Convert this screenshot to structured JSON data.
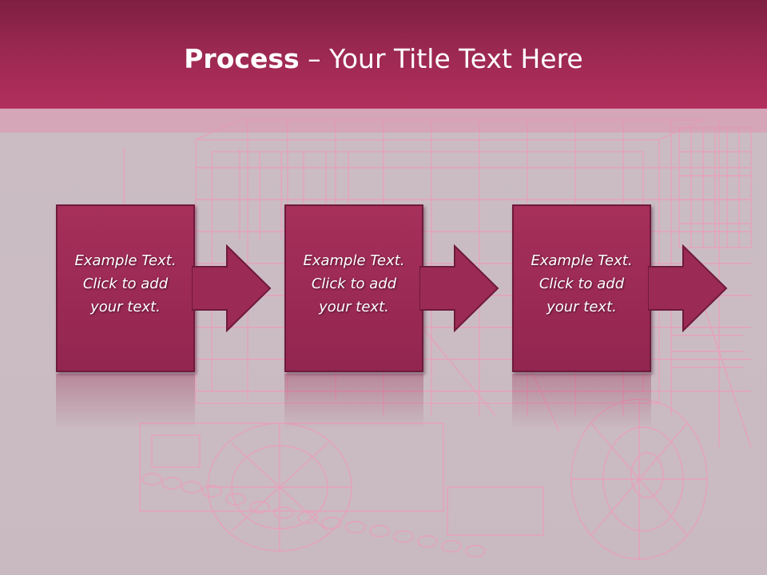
{
  "slide": {
    "title_bold": "Process",
    "title_rest": " – Your Title Text Here",
    "steps": [
      {
        "line1": "Example Text.",
        "line2": "Click  to add",
        "line3": "your text."
      },
      {
        "line1": "Example Text.",
        "line2": "Click  to add",
        "line3": "your text."
      },
      {
        "line1": "Example Text.",
        "line2": "Click  to add",
        "line3": "your text."
      }
    ]
  },
  "colors": {
    "header_dark": "#7e1f42",
    "header_light": "#b22f5c",
    "box_fill": "#9b2a54",
    "box_border": "#6e1a3b",
    "background": "#cbbcc3",
    "wireframe": "#f09ab8"
  }
}
